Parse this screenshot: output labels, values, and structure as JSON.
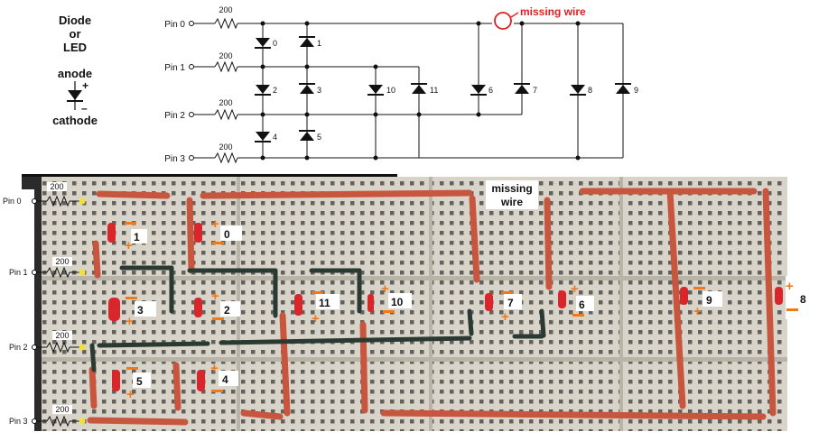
{
  "legend": {
    "title_lines": [
      "Diode",
      "or",
      "LED"
    ],
    "anode": "anode",
    "cathode": "cathode",
    "plus": "+",
    "minus": "–"
  },
  "schematic": {
    "pins": [
      "Pin 0",
      "Pin 1",
      "Pin 2",
      "Pin 3"
    ],
    "resistor_value": "200",
    "diode_labels": [
      "0",
      "1",
      "2",
      "3",
      "4",
      "5",
      "10",
      "11",
      "6",
      "7",
      "8",
      "9"
    ],
    "missing_wire": "missing wire"
  },
  "breadboard": {
    "pins": [
      "Pin 0",
      "Pin 1",
      "Pin 2",
      "Pin 3"
    ],
    "resistor_value": "200",
    "missing_wire_lines": [
      "missing",
      "wire"
    ],
    "led_labels": [
      "1",
      "0",
      "3",
      "2",
      "11",
      "10",
      "7",
      "6",
      "9",
      "8",
      "5",
      "4"
    ],
    "plus": "+",
    "minus": "–"
  },
  "colors": {
    "wire_red": "#c8553d",
    "wire_dark": "#2a3a33",
    "led_red": "#d8262b",
    "polarity_orange": "#f07a1a",
    "highlight_red": "#e02020"
  }
}
